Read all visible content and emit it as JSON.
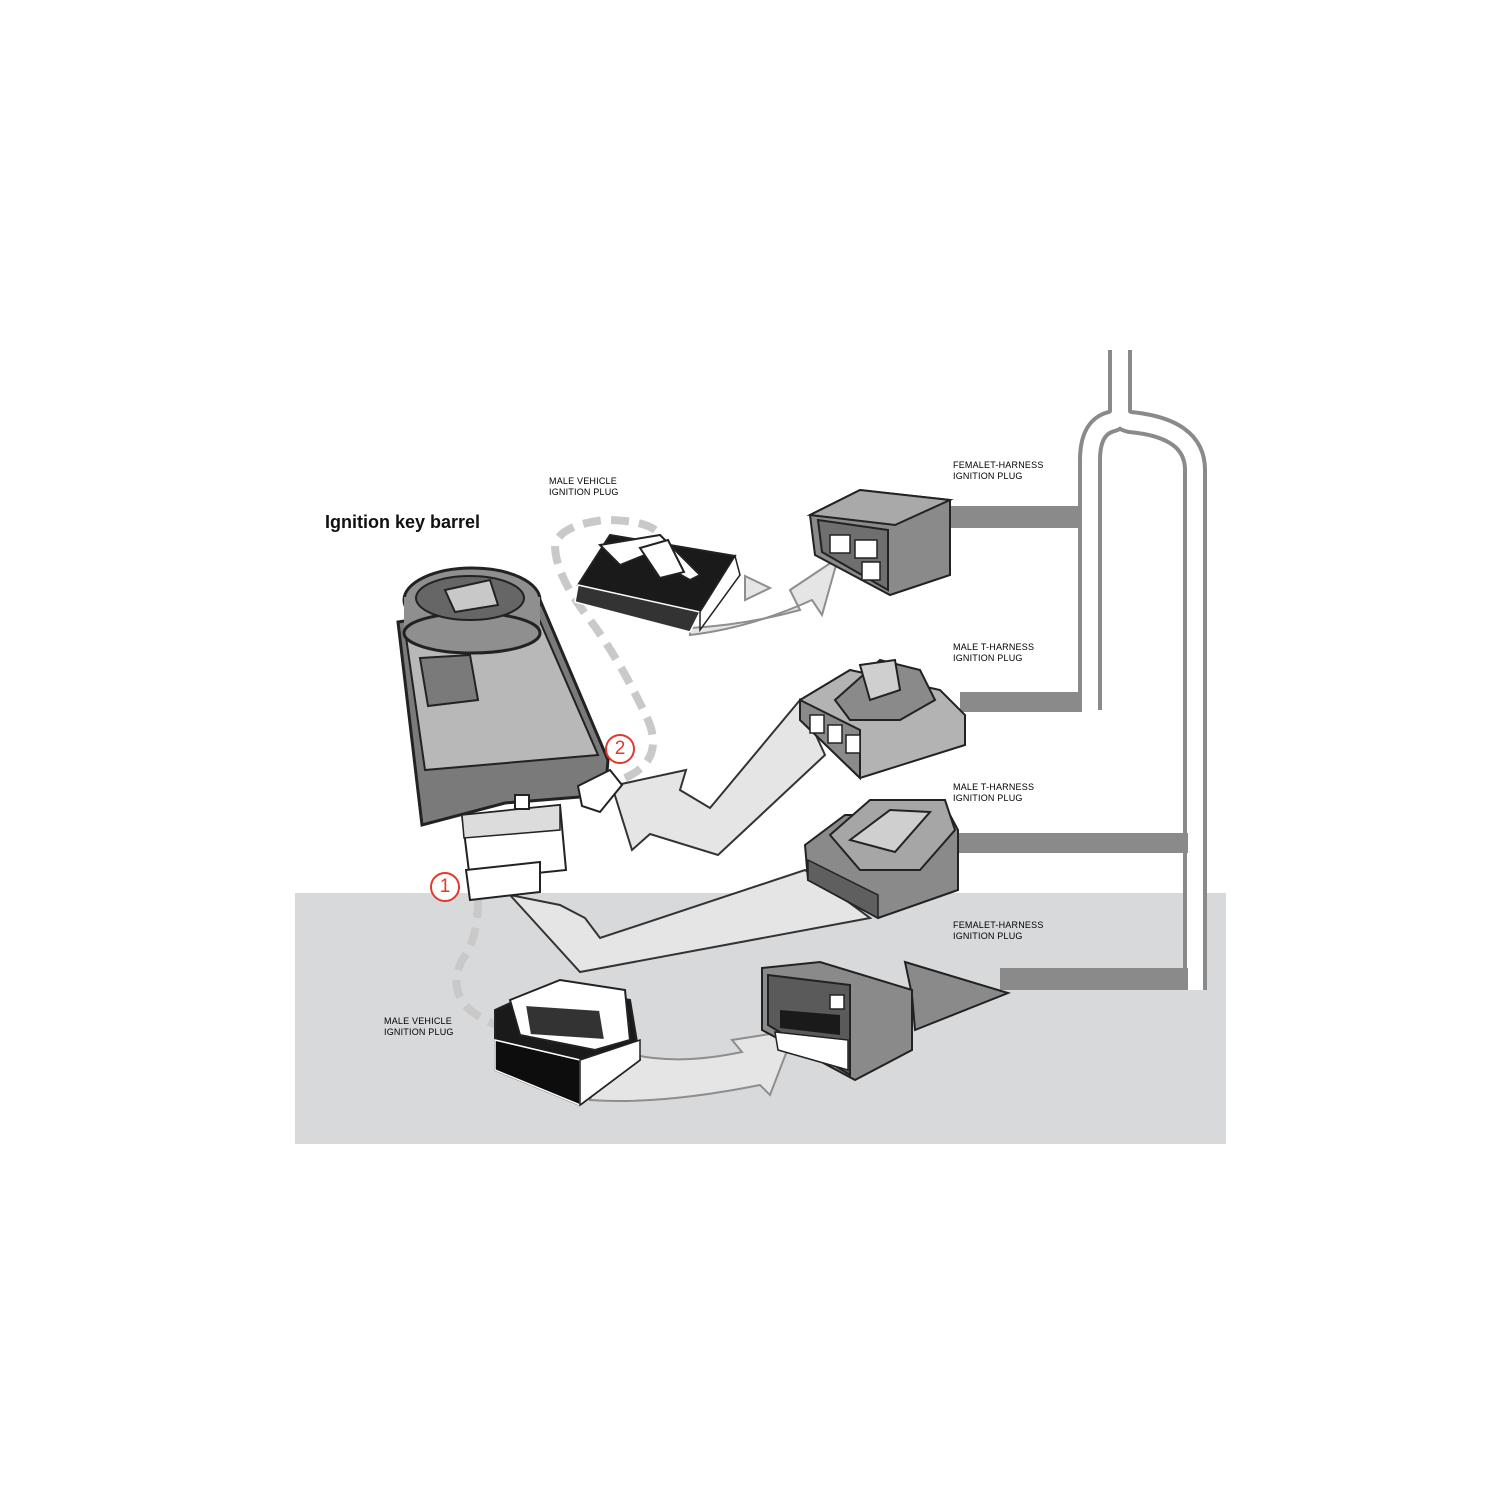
{
  "title": "Ignition key barrel",
  "callouts": {
    "one": "1",
    "two": "2"
  },
  "labels": {
    "male_vehicle_top": {
      "line1": "MALE VEHICLE",
      "line2": "IGNITION PLUG"
    },
    "female_t_top": {
      "line1": "FEMALET-HARNESS",
      "line2": "IGNITION PLUG"
    },
    "male_t_mid": {
      "line1": "MALE T-HARNESS",
      "line2": "IGNITION PLUG"
    },
    "male_t_lower": {
      "line1": "MALE T-HARNESS",
      "line2": "IGNITION PLUG"
    },
    "female_t_bottom": {
      "line1": "FEMALET-HARNESS",
      "line2": "IGNITION PLUG"
    },
    "male_vehicle_bottom": {
      "line1": "MALE VEHICLE",
      "line2": "IGNITION PLUG"
    }
  },
  "colors": {
    "panel": "#d8d9da",
    "harness": "#8a8a8a",
    "device_dark": "#7a7a7a",
    "device_light": "#b8b8b8",
    "arrow": "#e4e4e4",
    "callout": "#e03a2a"
  }
}
